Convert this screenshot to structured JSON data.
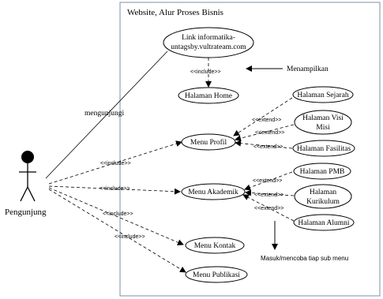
{
  "boundary": {
    "title": "Website, Alur Proses Bisnis"
  },
  "actor": {
    "name": "Pengunjung"
  },
  "use_cases": {
    "link": {
      "line1": "Link informatika-",
      "line2": "untagsby.vultrateam.com"
    },
    "home": "Halaman Home",
    "profil": "Menu Profil",
    "akademik": "Menu Akademik",
    "kontak": "Menu Kontak",
    "publikasi": "Menu Publikasi",
    "sejarah": "Halaman Sejarah",
    "visimisi": {
      "line1": "Halaman Visi",
      "line2": "Misi"
    },
    "fasilitas": "Halaman Fasilitas",
    "pmb": "Halaman PMB",
    "kurikulum": {
      "line1": "Halaman",
      "line2": "Kurikulum"
    },
    "alumni": "Halaman Alumni"
  },
  "relations": {
    "include": "<<include>>",
    "extend": "<<extend>>",
    "association": "mengunjungi"
  },
  "notes": {
    "menampilkan": "Menampilkan",
    "masuk": "Masuk/mencoba tiap sub menu"
  }
}
